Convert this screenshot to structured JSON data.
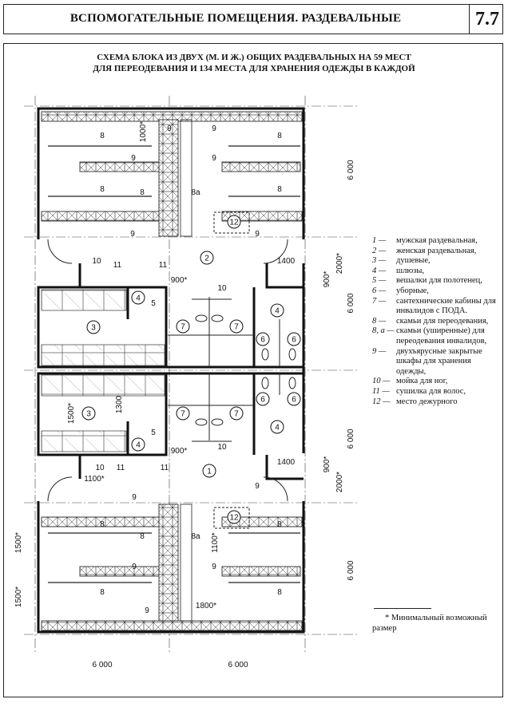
{
  "header": {
    "title": "ВСПОМОГАТЕЛЬНЫЕ ПОМЕЩЕНИЯ. РАЗДЕВАЛЬНЫЕ",
    "section_number": "7.7"
  },
  "subtitle": {
    "line1": "СХЕМА БЛОКА ИЗ ДВУХ (М. И Ж.) ОБЩИХ РАЗДЕВАЛЬНЫХ НА 59 МЕСТ",
    "line2": "ДЛЯ ПЕРЕОДЕВАНИЯ И 134 МЕСТА ДЛЯ ХРАНЕНИЯ ОДЕЖДЫ В КАЖДОЙ"
  },
  "legend": [
    {
      "num": "1 —",
      "text": "мужская раздевальная,"
    },
    {
      "num": "2 —",
      "text": "женская раздевальная,"
    },
    {
      "num": "3 —",
      "text": "душевые,"
    },
    {
      "num": "4 —",
      "text": "шлюзы,"
    },
    {
      "num": "5 —",
      "text": "вешалки для полотенец,"
    },
    {
      "num": "6 —",
      "text": "уборные,"
    },
    {
      "num": "7 —",
      "text": "сантехнические кабины для инвалидов с ПОДА."
    },
    {
      "num": "8 —",
      "text": "скамьи для переодевания,"
    },
    {
      "num": "8, а —",
      "text": "скамьи (уширенные) для переодевания инвалидов,"
    },
    {
      "num": "9 —",
      "text": "двухъярусные закрытые шкафы для хранения одежды,"
    },
    {
      "num": "10 —",
      "text": "мойка для ног,"
    },
    {
      "num": "11 —",
      "text": "сушилка для волос,"
    },
    {
      "num": "12 —",
      "text": "место дежурного"
    }
  ],
  "footnote": "* Минимальный возможный размер",
  "plan": {
    "circled": [
      "2",
      "4",
      "3",
      "7",
      "7",
      "4",
      "6",
      "6",
      "12",
      "6",
      "6",
      "3",
      "7",
      "7",
      "4",
      "4",
      "1",
      "12"
    ],
    "tags": [
      "8",
      "8",
      "8",
      "8",
      "8",
      "8а",
      "9",
      "9",
      "9",
      "9",
      "9",
      "9",
      "10",
      "11",
      "11",
      "10",
      "5",
      "10",
      "11",
      "11",
      "10",
      "5",
      "9",
      "9",
      "8",
      "8",
      "8",
      "8а",
      "9",
      "9",
      "8",
      "8",
      "9"
    ],
    "dims": [
      "1000*",
      "900*",
      "1400",
      "900*",
      "2000*",
      "1500*",
      "1300",
      "900*",
      "1100*",
      "1400",
      "900*",
      "2000*",
      "1100*",
      "1500*",
      "1500*",
      "1800*",
      "6 000",
      "6 000",
      "6 000",
      "6 000",
      "6 000",
      "6 000"
    ]
  }
}
